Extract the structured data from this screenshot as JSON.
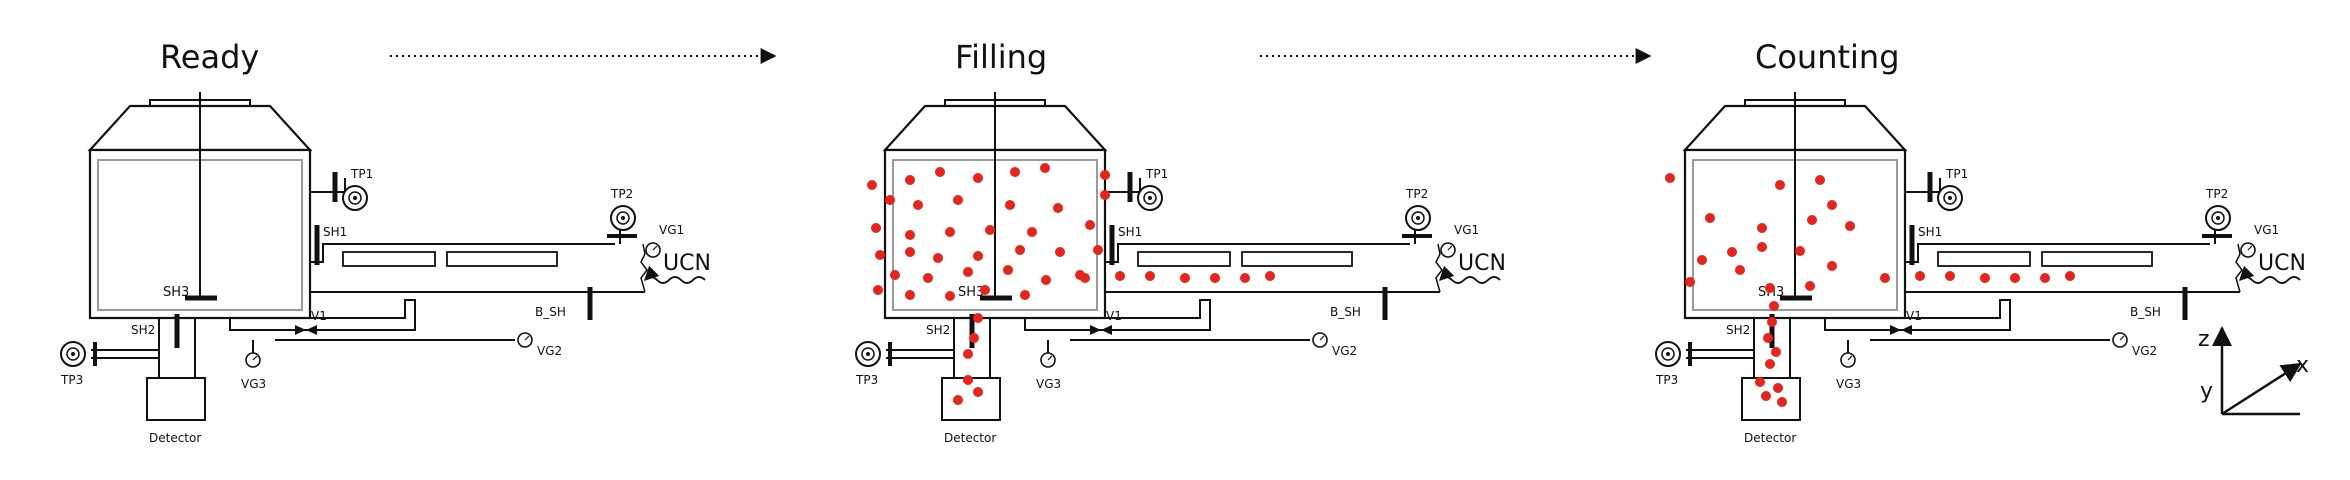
{
  "stages": [
    {
      "id": "ready",
      "title": "Ready",
      "inner_liner_visible": true,
      "neutrons": {
        "vessel": [],
        "guide": [],
        "detector_tube": [],
        "detector": []
      }
    },
    {
      "id": "filling",
      "title": "Filling",
      "inner_liner_visible": true,
      "neutrons": {
        "vessel": "many",
        "guide": "many",
        "detector_tube": "some",
        "detector": "few"
      }
    },
    {
      "id": "counting",
      "title": "Counting",
      "inner_liner_visible": true,
      "neutrons": {
        "vessel": "some",
        "guide": "many",
        "detector_tube": "many",
        "detector": "many"
      }
    }
  ],
  "labels": {
    "tp1": "TP1",
    "tp2": "TP2",
    "tp3": "TP3",
    "vg1": "VG1",
    "vg2": "VG2",
    "vg3": "VG3",
    "sh1": "SH1",
    "sh2": "SH2",
    "sh3": "SH3",
    "v1": "V1",
    "b_sh": "B_SH",
    "detector": "Detector",
    "ucn": "UCN"
  },
  "axes": {
    "z": "z",
    "x": "x",
    "y": "y"
  },
  "colors": {
    "neutron": "#e8231c",
    "line": "#111111",
    "liner": "#9a9a9a",
    "arrow": "#111111"
  },
  "icons": [
    "dotted-arrow-icon",
    "wavy-arrow-icon",
    "pump-icon",
    "gauge-icon",
    "valve-icon"
  ]
}
